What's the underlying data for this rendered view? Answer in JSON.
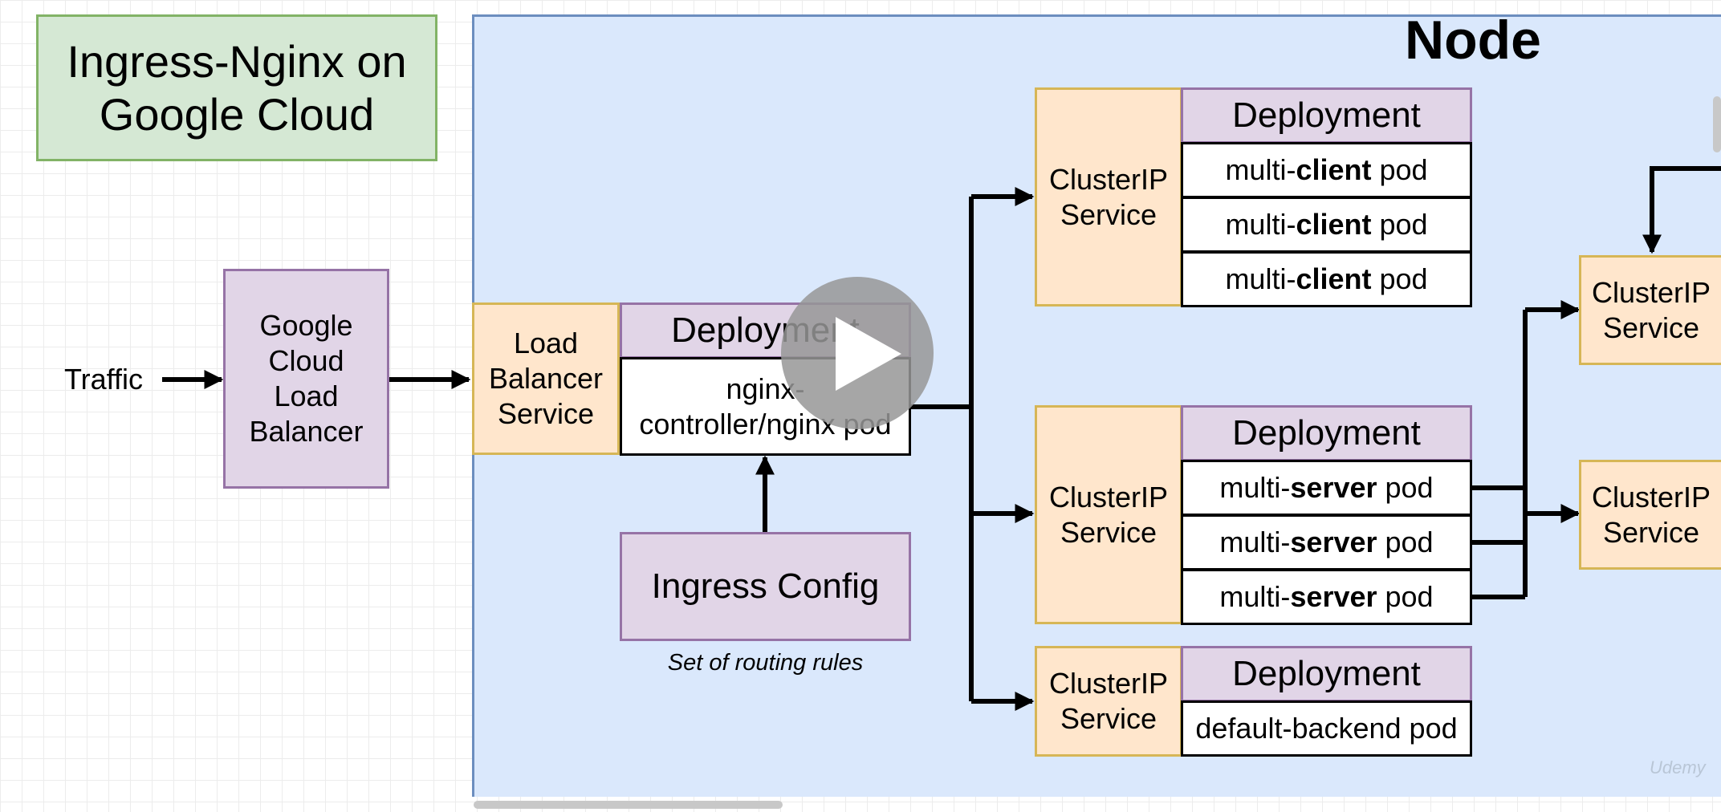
{
  "title": "Ingress-Nginx on Google Cloud",
  "node_label": "Node",
  "traffic_label": "Traffic",
  "gcloud_lb_label": "Google Cloud Load Balancer",
  "lb_service_label": "Load Balancer Service",
  "ingress": {
    "deployment_label": "Deployment",
    "pod_label": "nginx-controller/nginx pod",
    "config_label": "Ingress Config",
    "config_caption": "Set of routing rules"
  },
  "client_group": {
    "service_label": "ClusterIP Service",
    "deployment_label": "Deployment",
    "pods": [
      {
        "prefix": "multi-",
        "name": "client",
        "suffix": " pod"
      },
      {
        "prefix": "multi-",
        "name": "client",
        "suffix": " pod"
      },
      {
        "prefix": "multi-",
        "name": "client",
        "suffix": " pod"
      }
    ]
  },
  "server_group": {
    "service_label": "ClusterIP Service",
    "deployment_label": "Deployment",
    "pods": [
      {
        "prefix": "multi-",
        "name": "server",
        "suffix": " pod"
      },
      {
        "prefix": "multi-",
        "name": "server",
        "suffix": " pod"
      },
      {
        "prefix": "multi-",
        "name": "server",
        "suffix": " pod"
      }
    ]
  },
  "backend_group": {
    "service_label": "ClusterIP Service",
    "deployment_label": "Deployment",
    "pod_label": "default-backend pod"
  },
  "right_services": [
    {
      "label": "ClusterIP Service"
    },
    {
      "label": "ClusterIP Service"
    }
  ],
  "watermark": "Udemy",
  "player": {
    "play_icon": "play-icon"
  },
  "colors": {
    "node_fill": "#dae8fc",
    "title_fill": "#d5e8d4",
    "purple_fill": "#e1d5e7",
    "orange_fill": "#ffe6cc"
  }
}
